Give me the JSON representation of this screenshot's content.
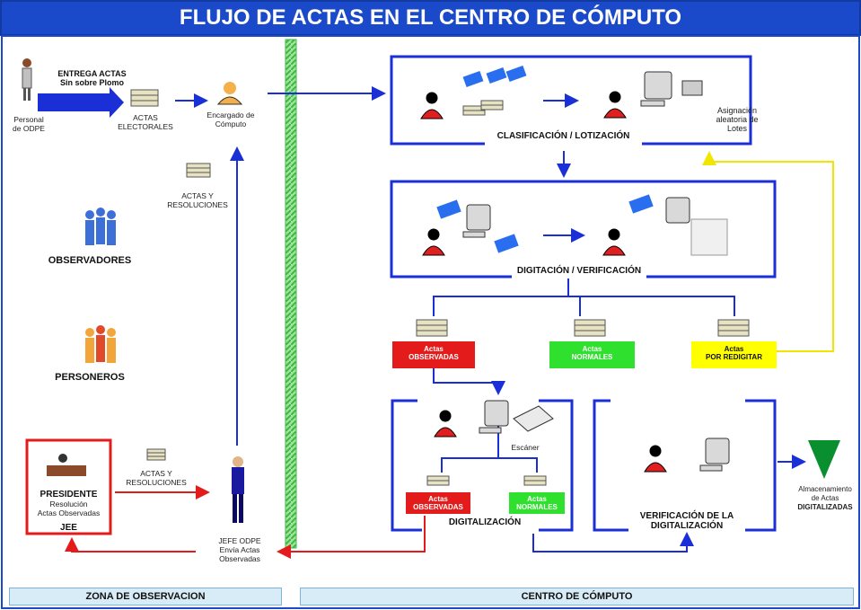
{
  "title": "FLUJO DE ACTAS EN EL CENTRO DE CÓMPUTO",
  "left": {
    "personal": [
      "Personal",
      "de ODPE"
    ],
    "entrega": [
      "ENTREGA ACTAS",
      "Sin sobre Plomo"
    ],
    "actas_electorales": [
      "ACTAS",
      "ELECTORALES"
    ],
    "encargado": [
      "Encargado de",
      "Cómputo"
    ],
    "actas_resoluciones_top": [
      "ACTAS Y",
      "RESOLUCIONES"
    ],
    "observadores": "OBSERVADORES",
    "personeros": "PERSONEROS",
    "presidente": {
      "title": "PRESIDENTE",
      "line1": "Resolución",
      "line2": "Actas Observadas",
      "org": "JEE"
    },
    "actas_resoluciones_bottom": [
      "ACTAS Y",
      "RESOLUCIONES"
    ],
    "jefe": [
      "JEFE ODPE",
      "Envía Actas",
      "Observadas"
    ]
  },
  "right": {
    "clasificacion": "CLASIFICACIÓN / LOTIZACIÓN",
    "asignacion": [
      "Asignación",
      "aleatoria de",
      "Lotes"
    ],
    "digitacion": "DIGITACIÓN / VERIFICACIÓN",
    "actas_observadas": [
      "Actas",
      "OBSERVADAS"
    ],
    "actas_normales": [
      "Actas",
      "NORMALES"
    ],
    "actas_redigitar": [
      "Actas",
      "POR REDIGITAR"
    ],
    "escaner": "Escáner",
    "digitalizacion": "DIGITALIZACIÓN",
    "verificacion": [
      "VERIFICACIÓN DE LA",
      "DIGITALIZACIÓN"
    ],
    "almacenamiento": [
      "Almacenamiento",
      "de Actas",
      "DIGITALIZADAS"
    ]
  },
  "zones": {
    "left": "ZONA DE OBSERVACION",
    "right": "CENTRO DE CÓMPUTO"
  },
  "colors": {
    "title_bar": "#1a49c9",
    "flow": "#1a2fd6",
    "jee": "#e41b1b",
    "redigitar": "#ffff00",
    "normales": "#2fe02f",
    "divider": "#5fd35f"
  }
}
